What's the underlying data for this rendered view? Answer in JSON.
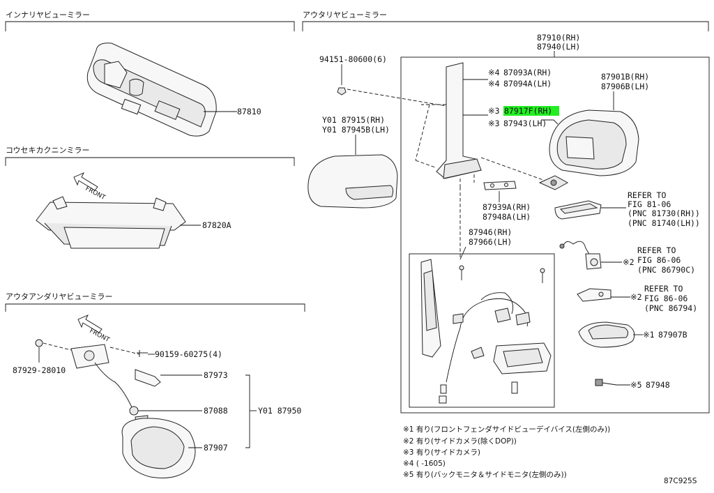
{
  "sections": {
    "inner_mirror": "インナリヤビューミラー",
    "outer_mirror": "アウタリヤビューミラー",
    "safety_mirror": "コウセキカクニンミラー",
    "under_mirror": "アウタアンダリヤビューミラー"
  },
  "front_label": "FRONT",
  "parts": {
    "p87810": "87810",
    "p87820a": "87820A",
    "p94151": "94151-80600(6)",
    "p87910": "87910(RH)",
    "p87940": "87940(LH)",
    "p87093a": "87093A(RH)",
    "p87094a": "87094A(LH)",
    "p87093a_mark": "※4",
    "p87094a_mark": "※4",
    "p87917f": "87917F(RH)",
    "p87917f_mark": "※3",
    "p87943": "87943(LH)",
    "p87943_mark": "※3",
    "p87901b": "87901B(RH)",
    "p87906b": "87906B(LH)",
    "p87915": "Y01 87915(RH)",
    "p87945b": "Y01 87945B(LH)",
    "p87939a": "87939A(RH)",
    "p87948a": "87948A(LH)",
    "p87946": "87946(RH)",
    "p87966": "87966(LH)",
    "ref1_a": "REFER TO",
    "ref1_b": "FIG 81-06",
    "ref1_c": "(PNC 81730(RH))",
    "ref1_d": "(PNC 81740(LH))",
    "ref2_mark": "※2",
    "ref2_a": "REFER TO",
    "ref2_b": "FIG 86-06",
    "ref2_c": "(PNC 86790C)",
    "ref3_mark": "※2",
    "ref3_a": "REFER TO",
    "ref3_b": "FIG 86-06",
    "ref3_c": "(PNC 86794)",
    "p87907b_mark": "※1",
    "p87907b": "87907B",
    "p87948_mark": "※5",
    "p87948": "87948",
    "p87929": "87929-28010",
    "p90159": "90159-60275(4)",
    "p87973": "87973",
    "p87088": "87088",
    "p87950": "Y01 87950",
    "p87907": "87907"
  },
  "notes": [
    "※1 有り(フロントフェンダサイドビューデイバイス(左側のみ))",
    "※2 有り(サイドカメラ(除くDOP))",
    "※3 有り(サイドカメラ)",
    "※4 (      -1605)",
    "※5 有り(バックモニタ＆サイドモニタ(左側のみ))"
  ],
  "diagram_code": "87C925S",
  "colors": {
    "highlight": "#22ee22",
    "line": "#111111",
    "background": "#ffffff"
  }
}
